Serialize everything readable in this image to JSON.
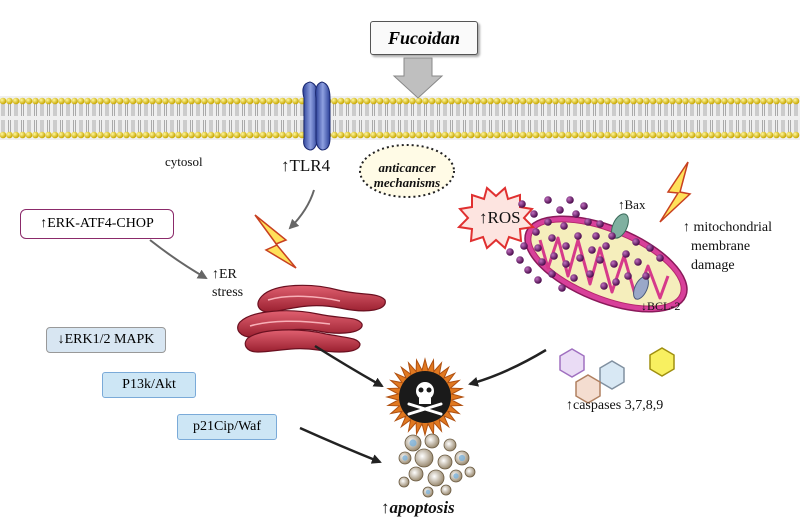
{
  "top_label": "Fucoidan",
  "receptor_label": "↑TLR4",
  "compartment_label": "cytosol",
  "mechanism_label": [
    "anticancer",
    "mechanisms"
  ],
  "boxes": {
    "erk_atf4": "↑ERK-ATF4-CHOP",
    "erk_mapk": "↓ERK1/2 MAPK",
    "pi3k": "P13k/Akt",
    "p21": "p21Cip/Waf"
  },
  "er_label": [
    "↑ER",
    "stress"
  ],
  "ros_label": "↑ROS",
  "bax_label": "↑Bax",
  "mito_label": [
    "↑ mitochondrial",
    "membrane",
    "damage"
  ],
  "bcl2_label": "↓BCL-2",
  "caspase_label": "↑caspases 3,7,8,9",
  "outcome_label": "↑apoptosis",
  "colors": {
    "membrane_head": "#e0d030",
    "membrane_tail": "#b8b8b8",
    "receptor": "#4a5fb8",
    "er": "#c43a48",
    "mito_outer": "#d63a8a",
    "mito_inner": "#f3ecb0",
    "ros_dot": "#6a1a6a",
    "erk_atf4_border": "#8b2a6a",
    "blue_box_fill": "#cde6f5",
    "blue_box_border": "#7aaad8",
    "mapk_fill": "#d8e6f2",
    "death_center": "#1a1a1a",
    "death_rays": "#e07820"
  }
}
